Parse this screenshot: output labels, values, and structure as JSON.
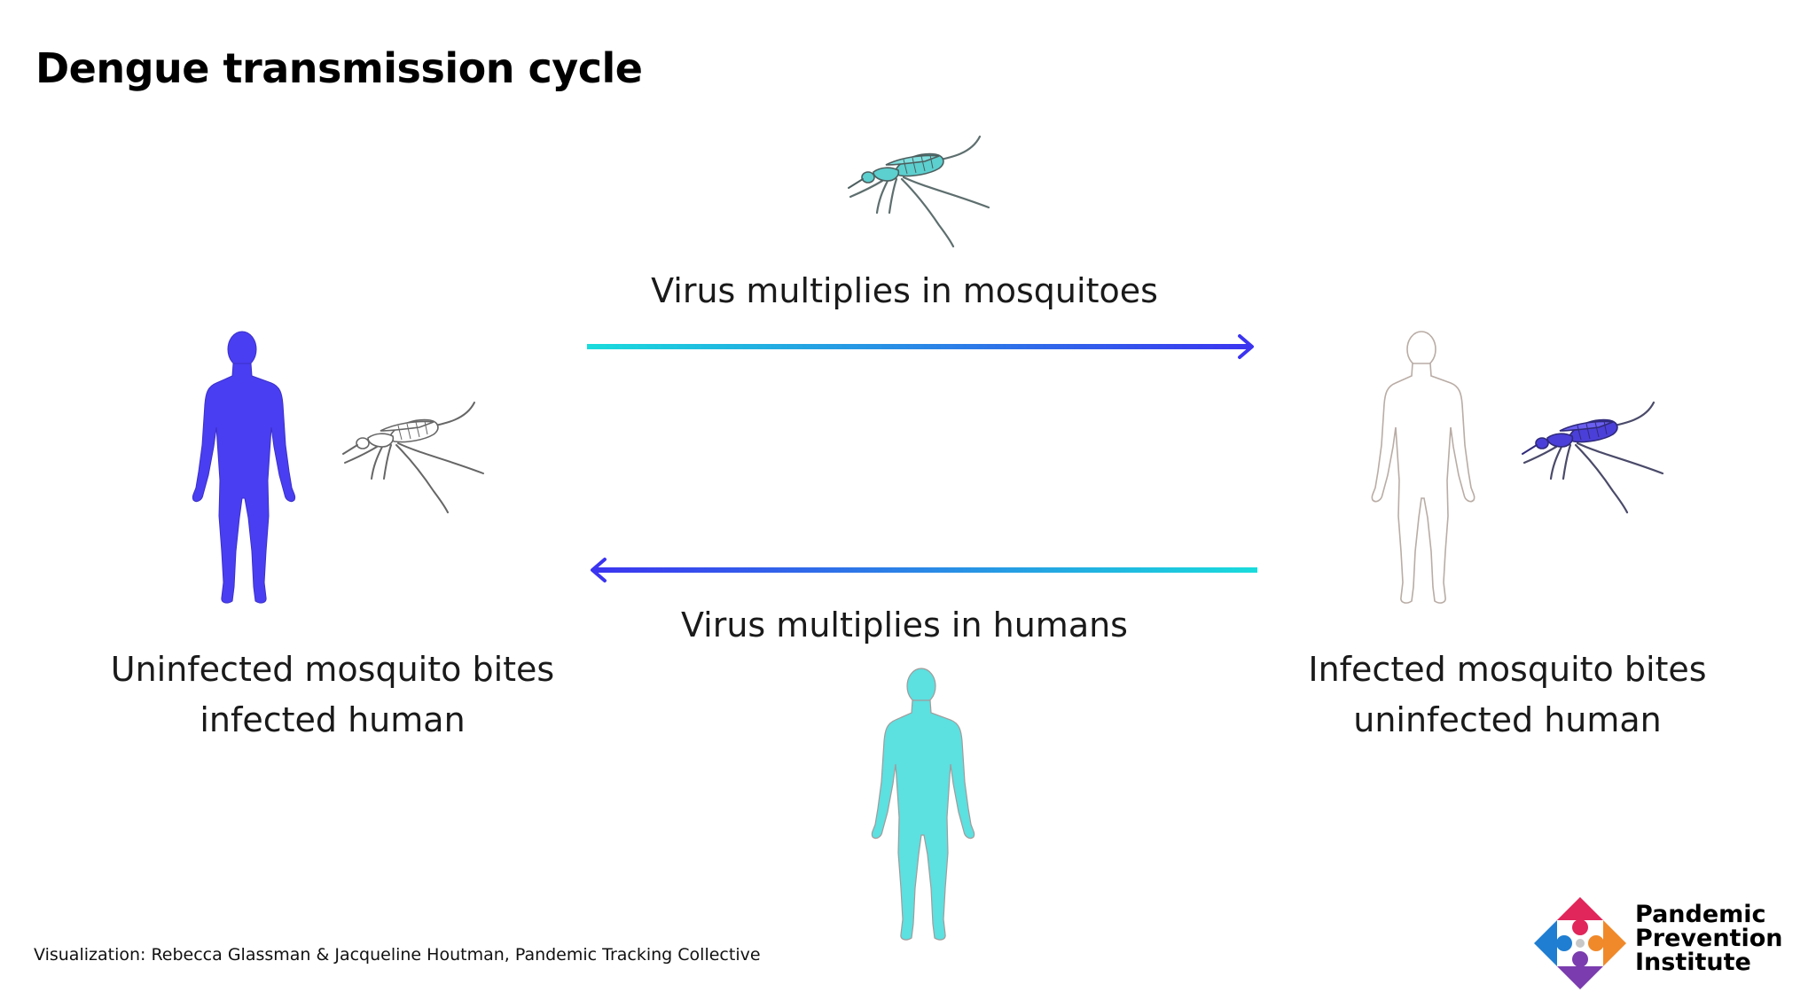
{
  "title": "Dengue transmission cycle",
  "captions": {
    "mosquito_stage": "Virus multiplies in mosquitoes",
    "human_stage": "Virus multiplies in humans"
  },
  "left_stage": {
    "line1": "Uninfected mosquito bites",
    "line2": "infected human"
  },
  "right_stage": {
    "line1": "Infected mosquito bites",
    "line2": "uninfected human"
  },
  "credit": "Visualization: Rebecca Glassman & Jacqueline Houtman, Pandemic Tracking Collective",
  "logo": {
    "line1": "Pandemic",
    "line2": "Prevention",
    "line3": "Institute"
  },
  "colors": {
    "infected_human": "#4a3ef2",
    "multiplying_human": "#5ce0e0",
    "mosquito_teal": "#5ccfcf",
    "mosquito_blue": "#4b3fd9",
    "arrow_cyan": "#19dcdc",
    "arrow_blue": "#3b34f0"
  },
  "icons": [
    "mosquito-icon",
    "human-silhouette-icon",
    "arrow-right-icon",
    "arrow-left-icon",
    "ppi-logo-icon"
  ]
}
